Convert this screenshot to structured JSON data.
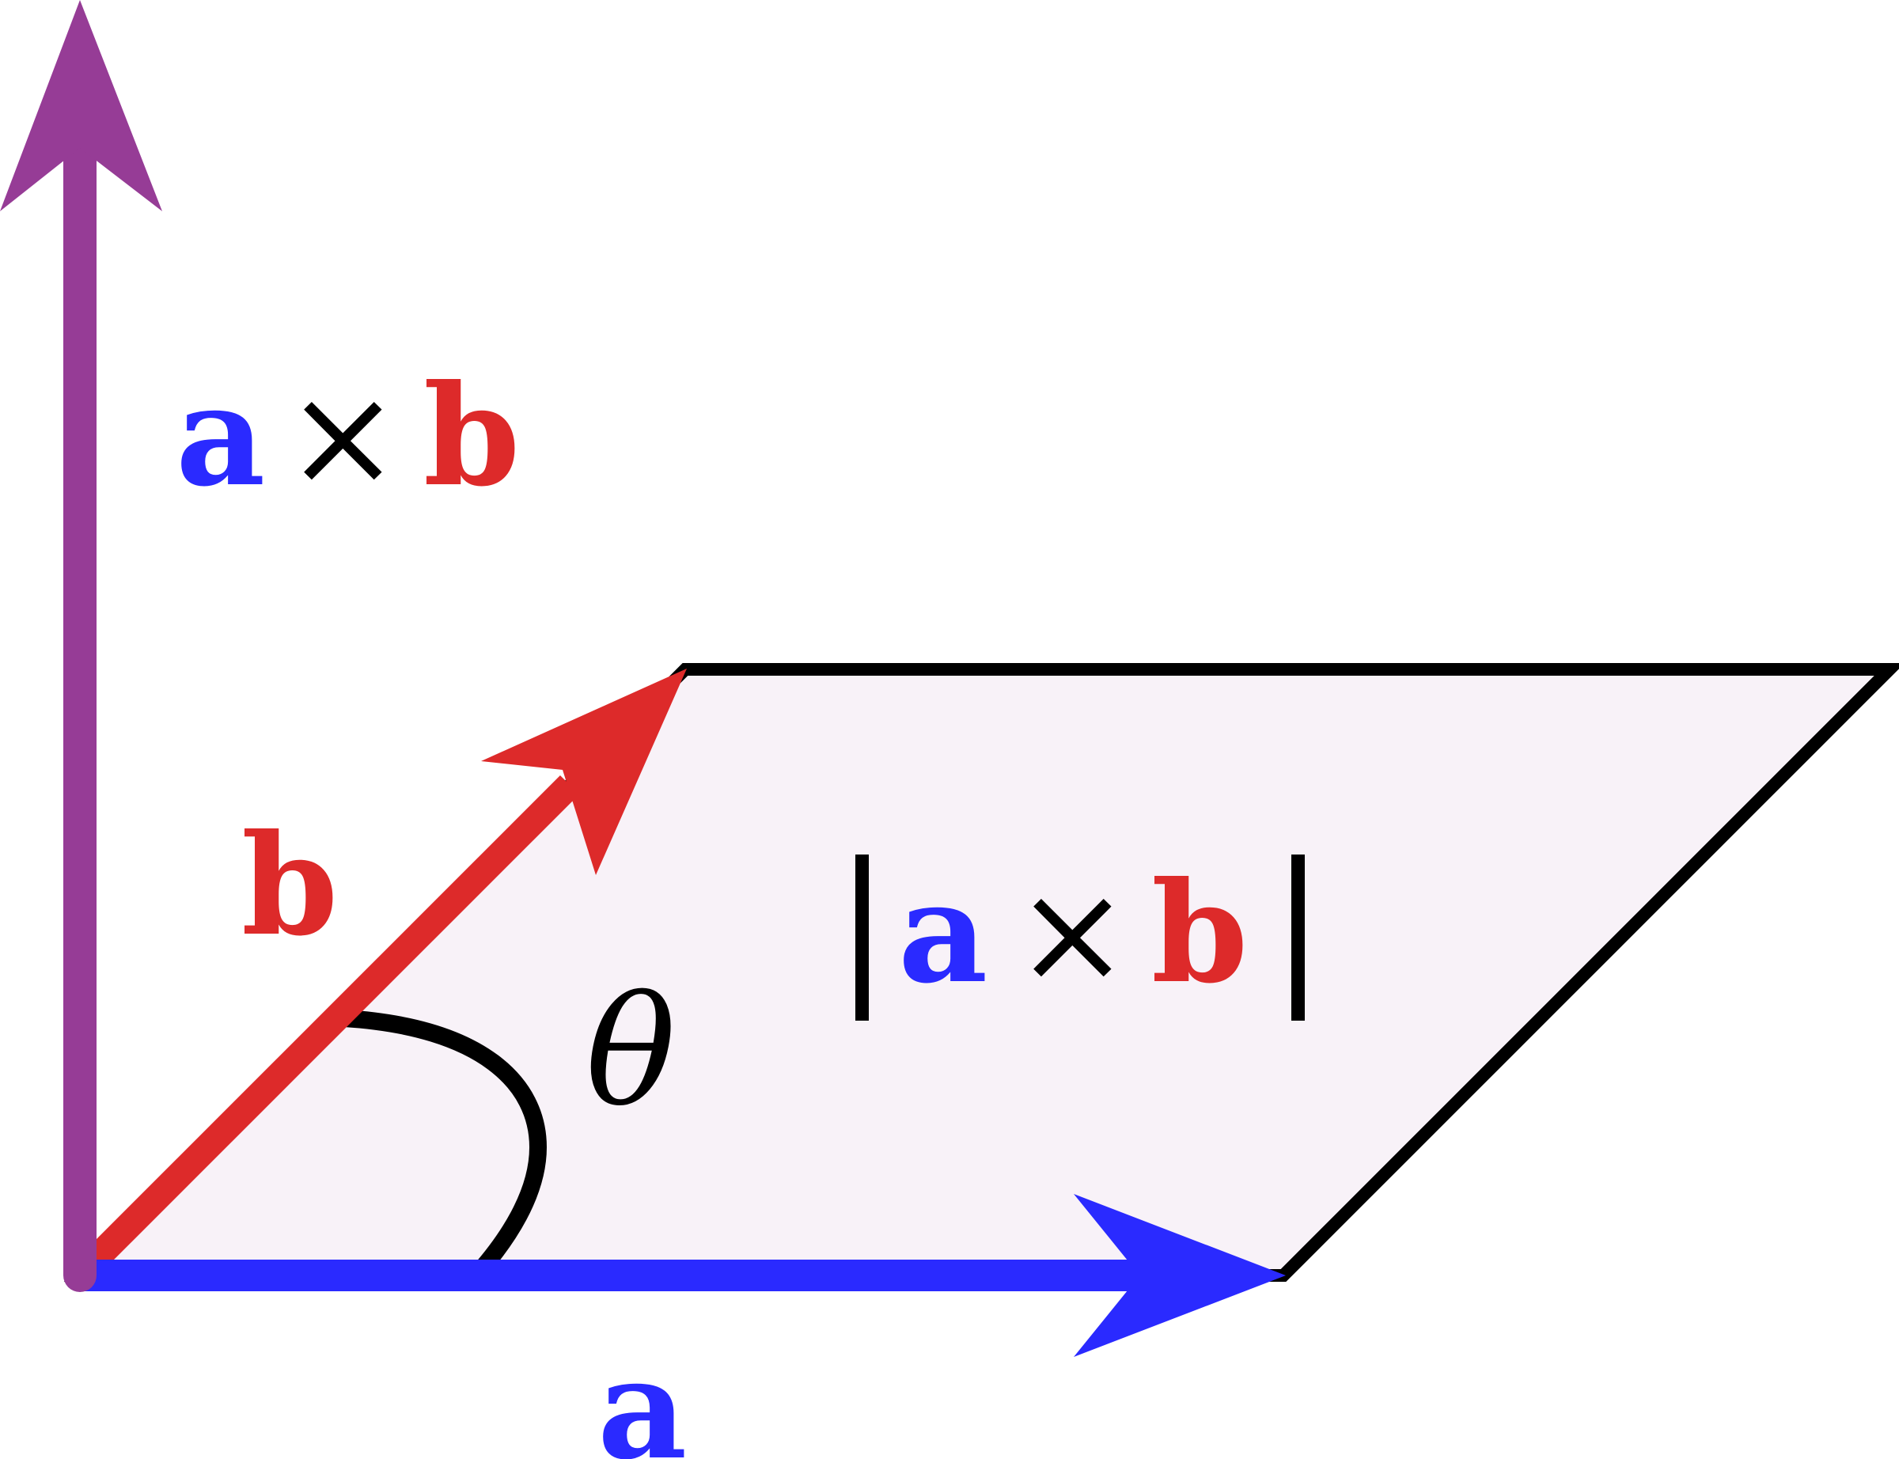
{
  "colors": {
    "a": "#2a2aff",
    "b": "#dd2a2a",
    "cross": "#963c96",
    "outline": "#000000",
    "fill": "#f8f2f8",
    "text": "#000000"
  },
  "labels": {
    "cross_top": {
      "a": "a",
      "times": "×",
      "b": "b"
    },
    "b_vector": "b",
    "a_vector": "a",
    "theta": "θ",
    "magnitude": {
      "bar_left": "|",
      "a": "a",
      "times": "×",
      "b": "b",
      "bar_right": "|"
    }
  }
}
